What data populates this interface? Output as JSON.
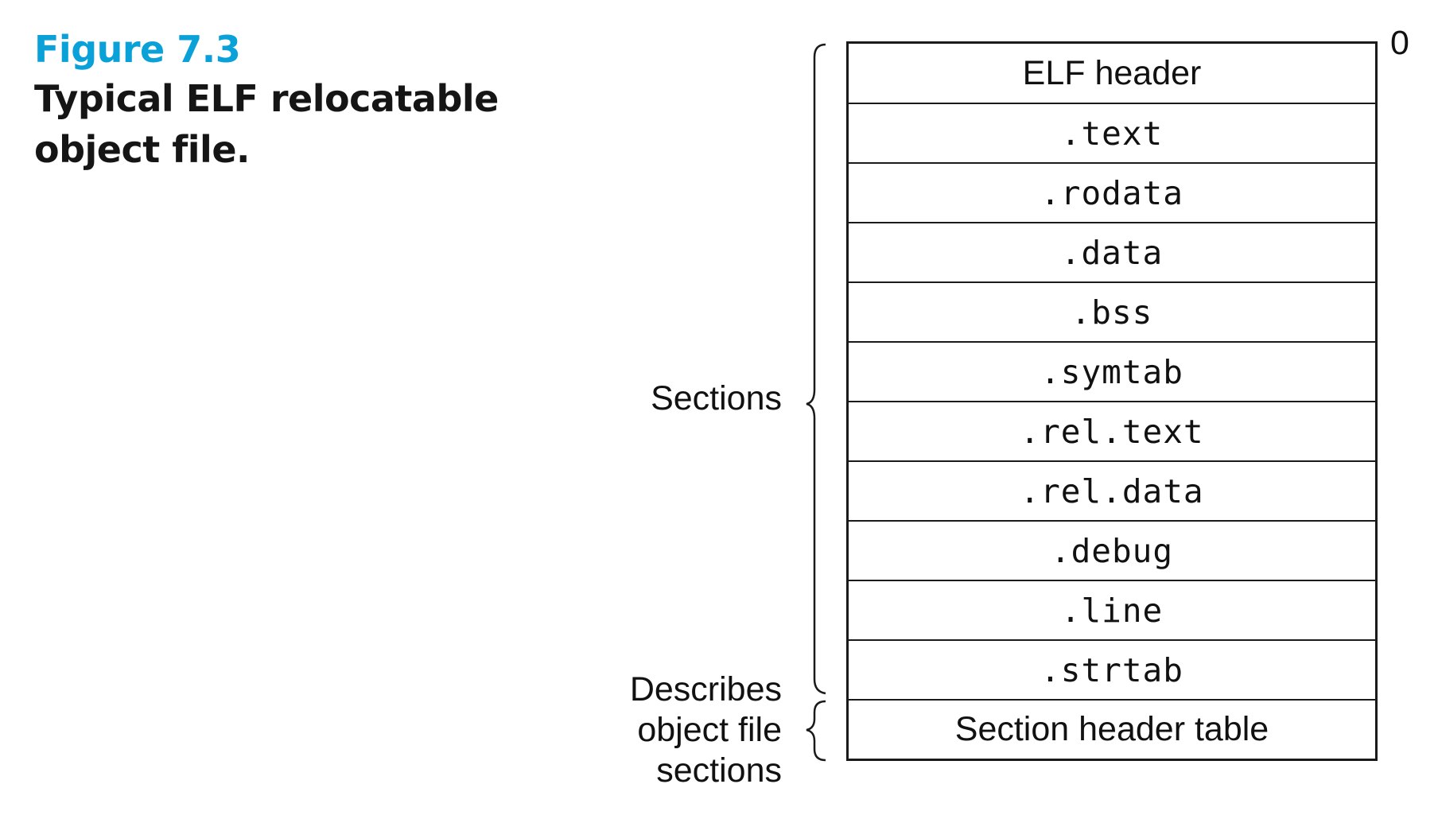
{
  "caption": {
    "figure_number": "Figure 7.3",
    "title": "Typical ELF relocatable object file."
  },
  "offset_label": "0",
  "rows": [
    {
      "label": "ELF header",
      "mono": false
    },
    {
      "label": ".text",
      "mono": true
    },
    {
      "label": ".rodata",
      "mono": true
    },
    {
      "label": ".data",
      "mono": true
    },
    {
      "label": ".bss",
      "mono": true
    },
    {
      "label": ".symtab",
      "mono": true
    },
    {
      "label": ".rel.text",
      "mono": true
    },
    {
      "label": ".rel.data",
      "mono": true
    },
    {
      "label": ".debug",
      "mono": true
    },
    {
      "label": ".line",
      "mono": true
    },
    {
      "label": ".strtab",
      "mono": true
    },
    {
      "label": "Section header table",
      "mono": false
    }
  ],
  "braces": {
    "sections_label": "Sections",
    "describes_label": "Describes object file sections"
  },
  "colors": {
    "figure_number": "#0aa0d8",
    "text": "#111111",
    "lines": "#1a1a1a"
  }
}
